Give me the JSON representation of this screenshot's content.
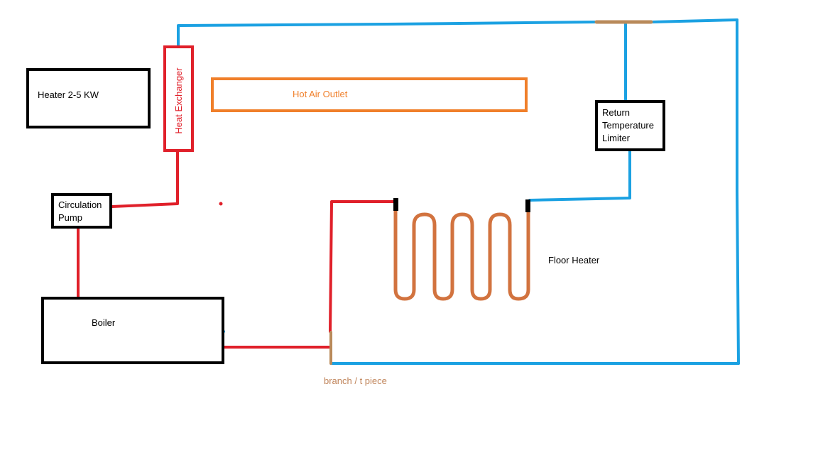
{
  "diagram": {
    "heater": {
      "label": "Heater 2-5 KW"
    },
    "heat_exchanger": {
      "label": "Heat Exchanger"
    },
    "hot_air_outlet": {
      "label": "Hot Air Outlet"
    },
    "return_limiter": {
      "lines": [
        "Return",
        "Temperature",
        "Limiter"
      ]
    },
    "circulation_pump": {
      "lines": [
        "Circulation",
        "Pump"
      ]
    },
    "boiler": {
      "label": "Boiler"
    },
    "floor_heater": {
      "label": "Floor Heater"
    },
    "branch": {
      "label": "branch / t piece"
    }
  },
  "colors": {
    "hot_pipe": "#e0202a",
    "return_pipe": "#1ba1e2",
    "box": "#000000",
    "outlet": "#f07f2a",
    "coil": "#d2733f",
    "fitting": "#b98a5a",
    "branch_text": "#c0845a"
  }
}
